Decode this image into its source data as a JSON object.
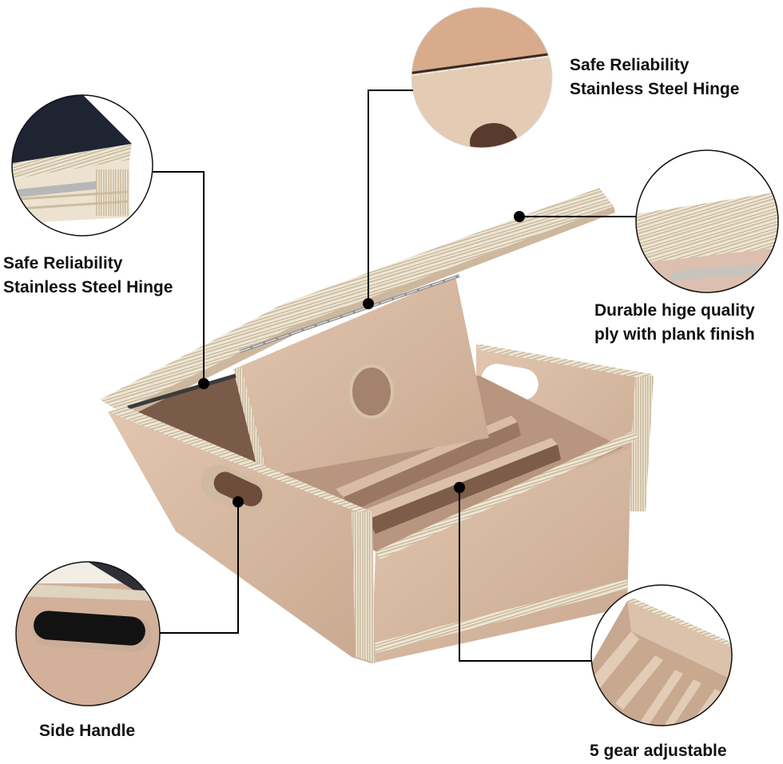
{
  "figure": {
    "subject": "Plywood box with hinged lid and adjustable incline board",
    "background": "#ffffff",
    "wood_color": "#d9b9a0",
    "ply_edge_color": "#e8dcc6",
    "line_color": "#000000"
  },
  "callouts": [
    {
      "id": "hinge-left",
      "lines": [
        "Safe Reliability",
        "Stainless Steel Hinge"
      ],
      "detail": "Black-topped lid edge with stainless hinge"
    },
    {
      "id": "hinge-top",
      "lines": [
        "Safe Reliability",
        "Stainless Steel Hinge"
      ],
      "detail": "Piano hinge across wood panel"
    },
    {
      "id": "ply",
      "lines": [
        "Durable hige quality",
        "ply with plank finish"
      ],
      "detail": "Layered plywood edge"
    },
    {
      "id": "handle",
      "lines": [
        "Side Handle"
      ],
      "detail": "Oval hand cutout"
    },
    {
      "id": "gear",
      "lines": [
        "5 gear adjustable"
      ],
      "detail": "Slotted rails inside box"
    }
  ]
}
